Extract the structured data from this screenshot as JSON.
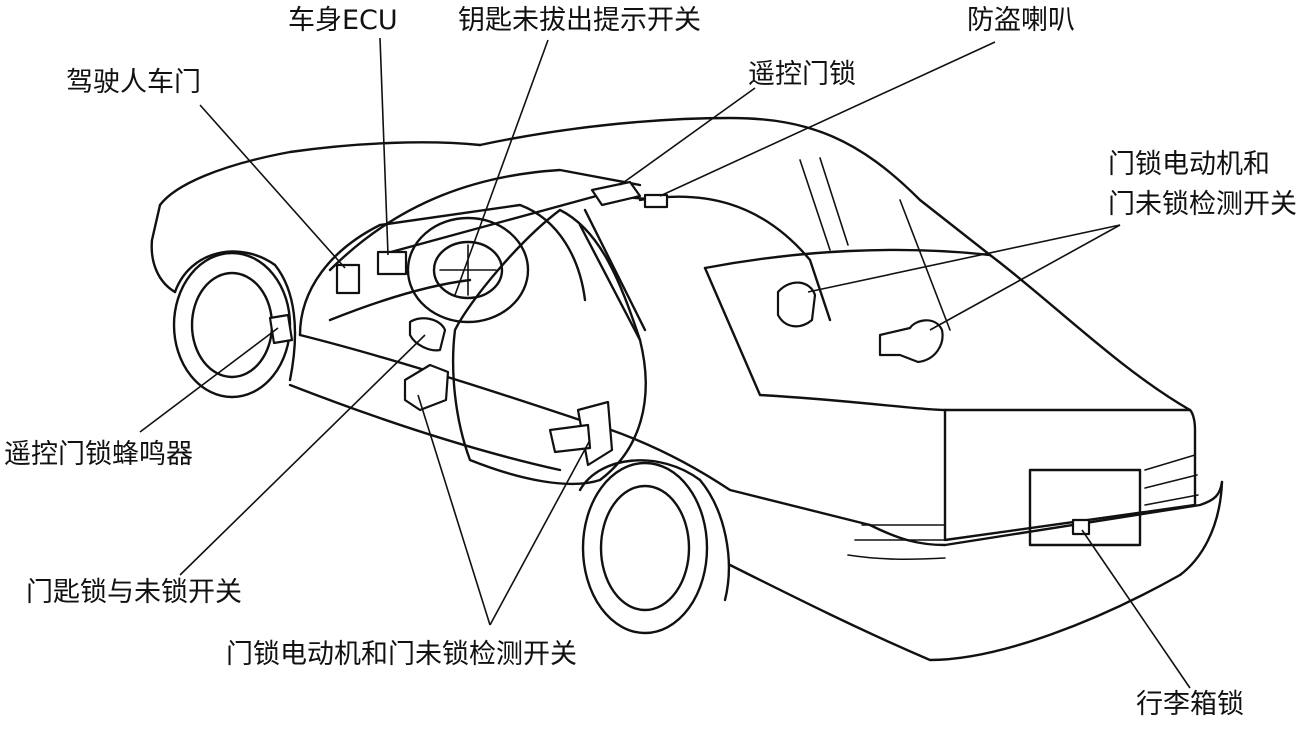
{
  "labels": {
    "driver_door": "驾驶人车门",
    "body_ecu": "车身ECU",
    "key_reminder_switch": "钥匙未拔出提示开关",
    "theft_horn": "防盗喇叭",
    "remote_door_lock": "遥控门锁",
    "rear_door_motor_switch_l1": "门锁电动机和",
    "rear_door_motor_switch_l2": "门未锁检测开关",
    "remote_buzzer": "遥控门锁蜂鸣器",
    "key_lock_unlock_switch": "门匙锁与未锁开关",
    "front_door_motor_switch": "门锁电动机和门未锁检测开关",
    "trunk_lock": "行李箱锁"
  }
}
